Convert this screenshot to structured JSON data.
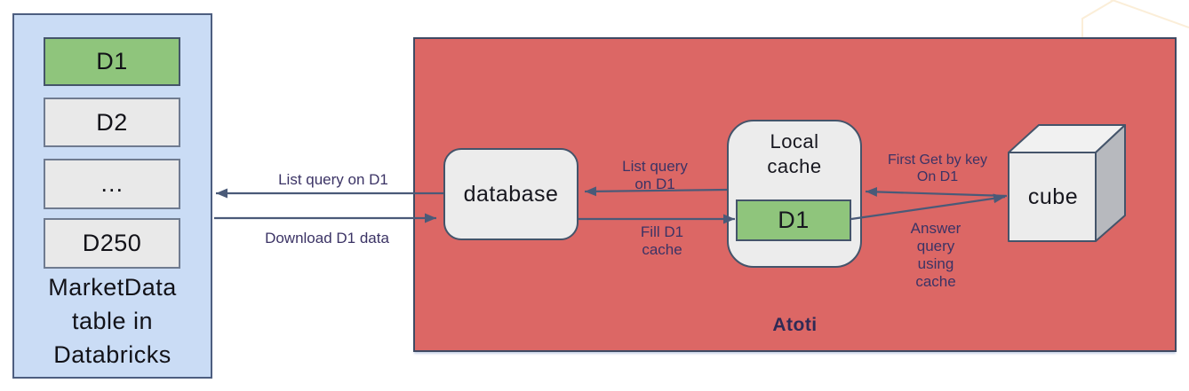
{
  "diagram": {
    "databricks_panel": {
      "rows": [
        "D1",
        "D2",
        "…",
        "D250"
      ],
      "caption": "MarketData\ntable in\nDatabricks"
    },
    "atoti": {
      "title": "Atoti",
      "database_label": "database",
      "local_cache_label": "Local\ncache",
      "cache_entry": "D1",
      "cube_label": "cube"
    },
    "flows": {
      "list_query_outer": "List query on D1",
      "download": "Download D1 data",
      "list_query_inner": "List query\non D1",
      "fill_cache": "Fill D1\ncache",
      "first_get": "First Get by key\nOn D1",
      "answer": "Answer\nquery\nusing\ncache"
    },
    "colors": {
      "panel_fill": "#cadcf5",
      "panel_border": "#4d5e80",
      "highlight_green": "#8fc57c",
      "row_gray": "#e9e9e9",
      "atoti_fill": "#dc6765",
      "atoti_border": "#3f4a63",
      "node_fill": "#ececec",
      "node_border": "#44546a",
      "arrow": "#4a5a78",
      "flow_label_text": "#3b3365",
      "decor_line": "#fbeed8"
    }
  }
}
